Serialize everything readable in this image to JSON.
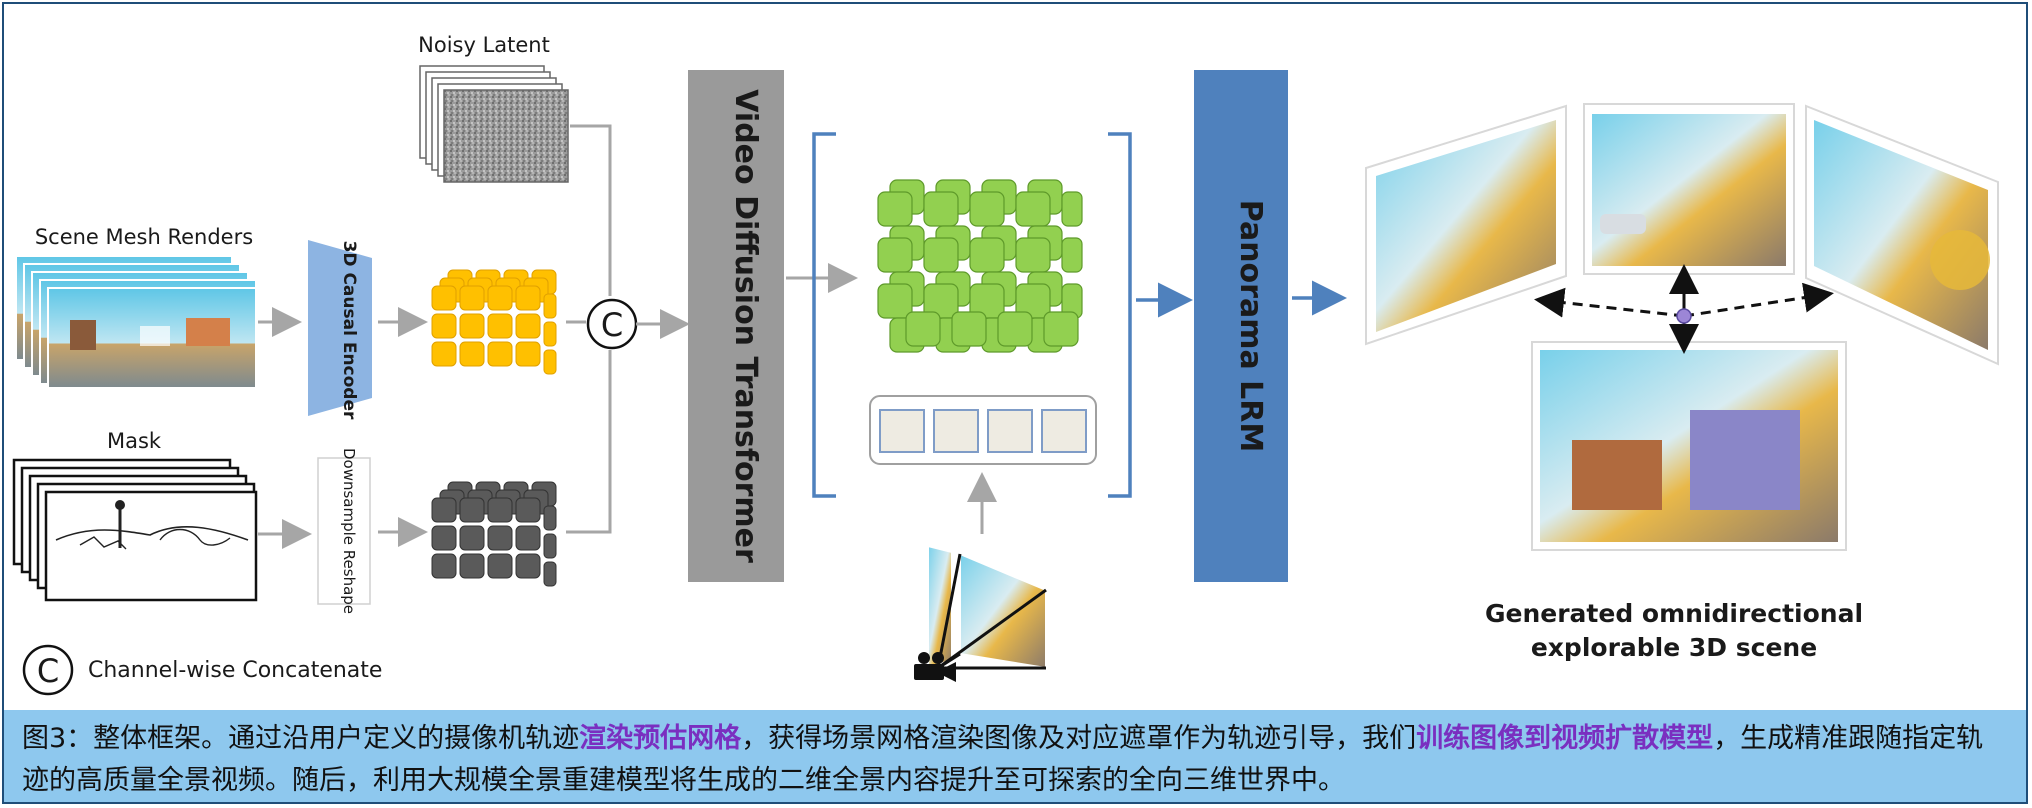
{
  "labels": {
    "noisy_latent": "Noisy Latent",
    "scene_mesh_renders": "Scene Mesh Renders",
    "mask": "Mask",
    "encoder": "3D Causal Encoder",
    "downsample": "Downsample Reshape",
    "concat_symbol": "C",
    "vdt": "Video Diffusion Transformer",
    "lrm": "Panorama LRM",
    "legend": "Channel-wise Concatenate",
    "output_line1": "Generated omnidirectional",
    "output_line2": "explorable 3D scene"
  },
  "caption": {
    "part1": "图3：整体框架。通过沿用户定义的摄像机轨迹",
    "hl1": "渲染预估网格",
    "part2": "，获得场景网格渲染图像及对应遮罩作为轨迹引导，我们",
    "hl2": "训练图像到视频扩散模型",
    "part3": "，生成精准跟随指定轨迹的高质量全景视频。随后，利用大规模全景重建模型将生成的二维全景内容提升至可探索的全向三维世界中。"
  },
  "colors": {
    "vdt_block": "#9a9a9a",
    "lrm_block": "#4f81bd",
    "encoder_block": "#8db4e2",
    "orange_token": "#ffc000",
    "green_token": "#92d050",
    "gray_token": "#5a5a5a",
    "caption_bg": "#8ec8ee",
    "highlight": "#7a2fc0"
  }
}
